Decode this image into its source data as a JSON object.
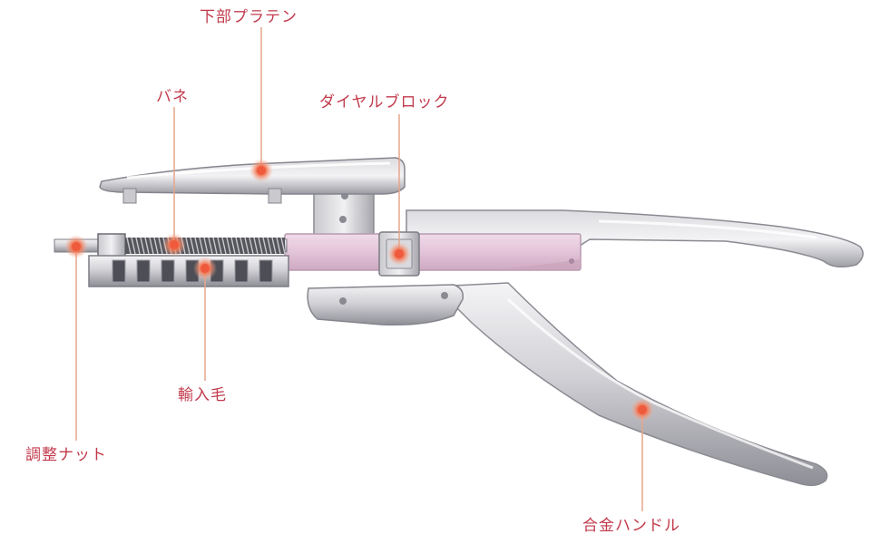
{
  "diagram": {
    "colors": {
      "label_text": "#c23a4c",
      "leader_line": "#e6a58c",
      "marker_core": "#f05a3c",
      "marker_glow": "#f7b59c",
      "plate_pink": "#e9cfe1",
      "metal_light": "#e7e7ea",
      "metal_mid": "#b9b9bf",
      "metal_dark": "#7c7c84"
    },
    "callouts": [
      {
        "id": "lower-platen",
        "label": "下部プラテン"
      },
      {
        "id": "spring",
        "label": "バネ"
      },
      {
        "id": "dial-block",
        "label": "ダイヤルブロック"
      },
      {
        "id": "feed-hair",
        "label": "輸入毛"
      },
      {
        "id": "adjust-nut",
        "label": "調整ナット"
      },
      {
        "id": "alloy-handle",
        "label": "合金ハンドル"
      }
    ]
  }
}
